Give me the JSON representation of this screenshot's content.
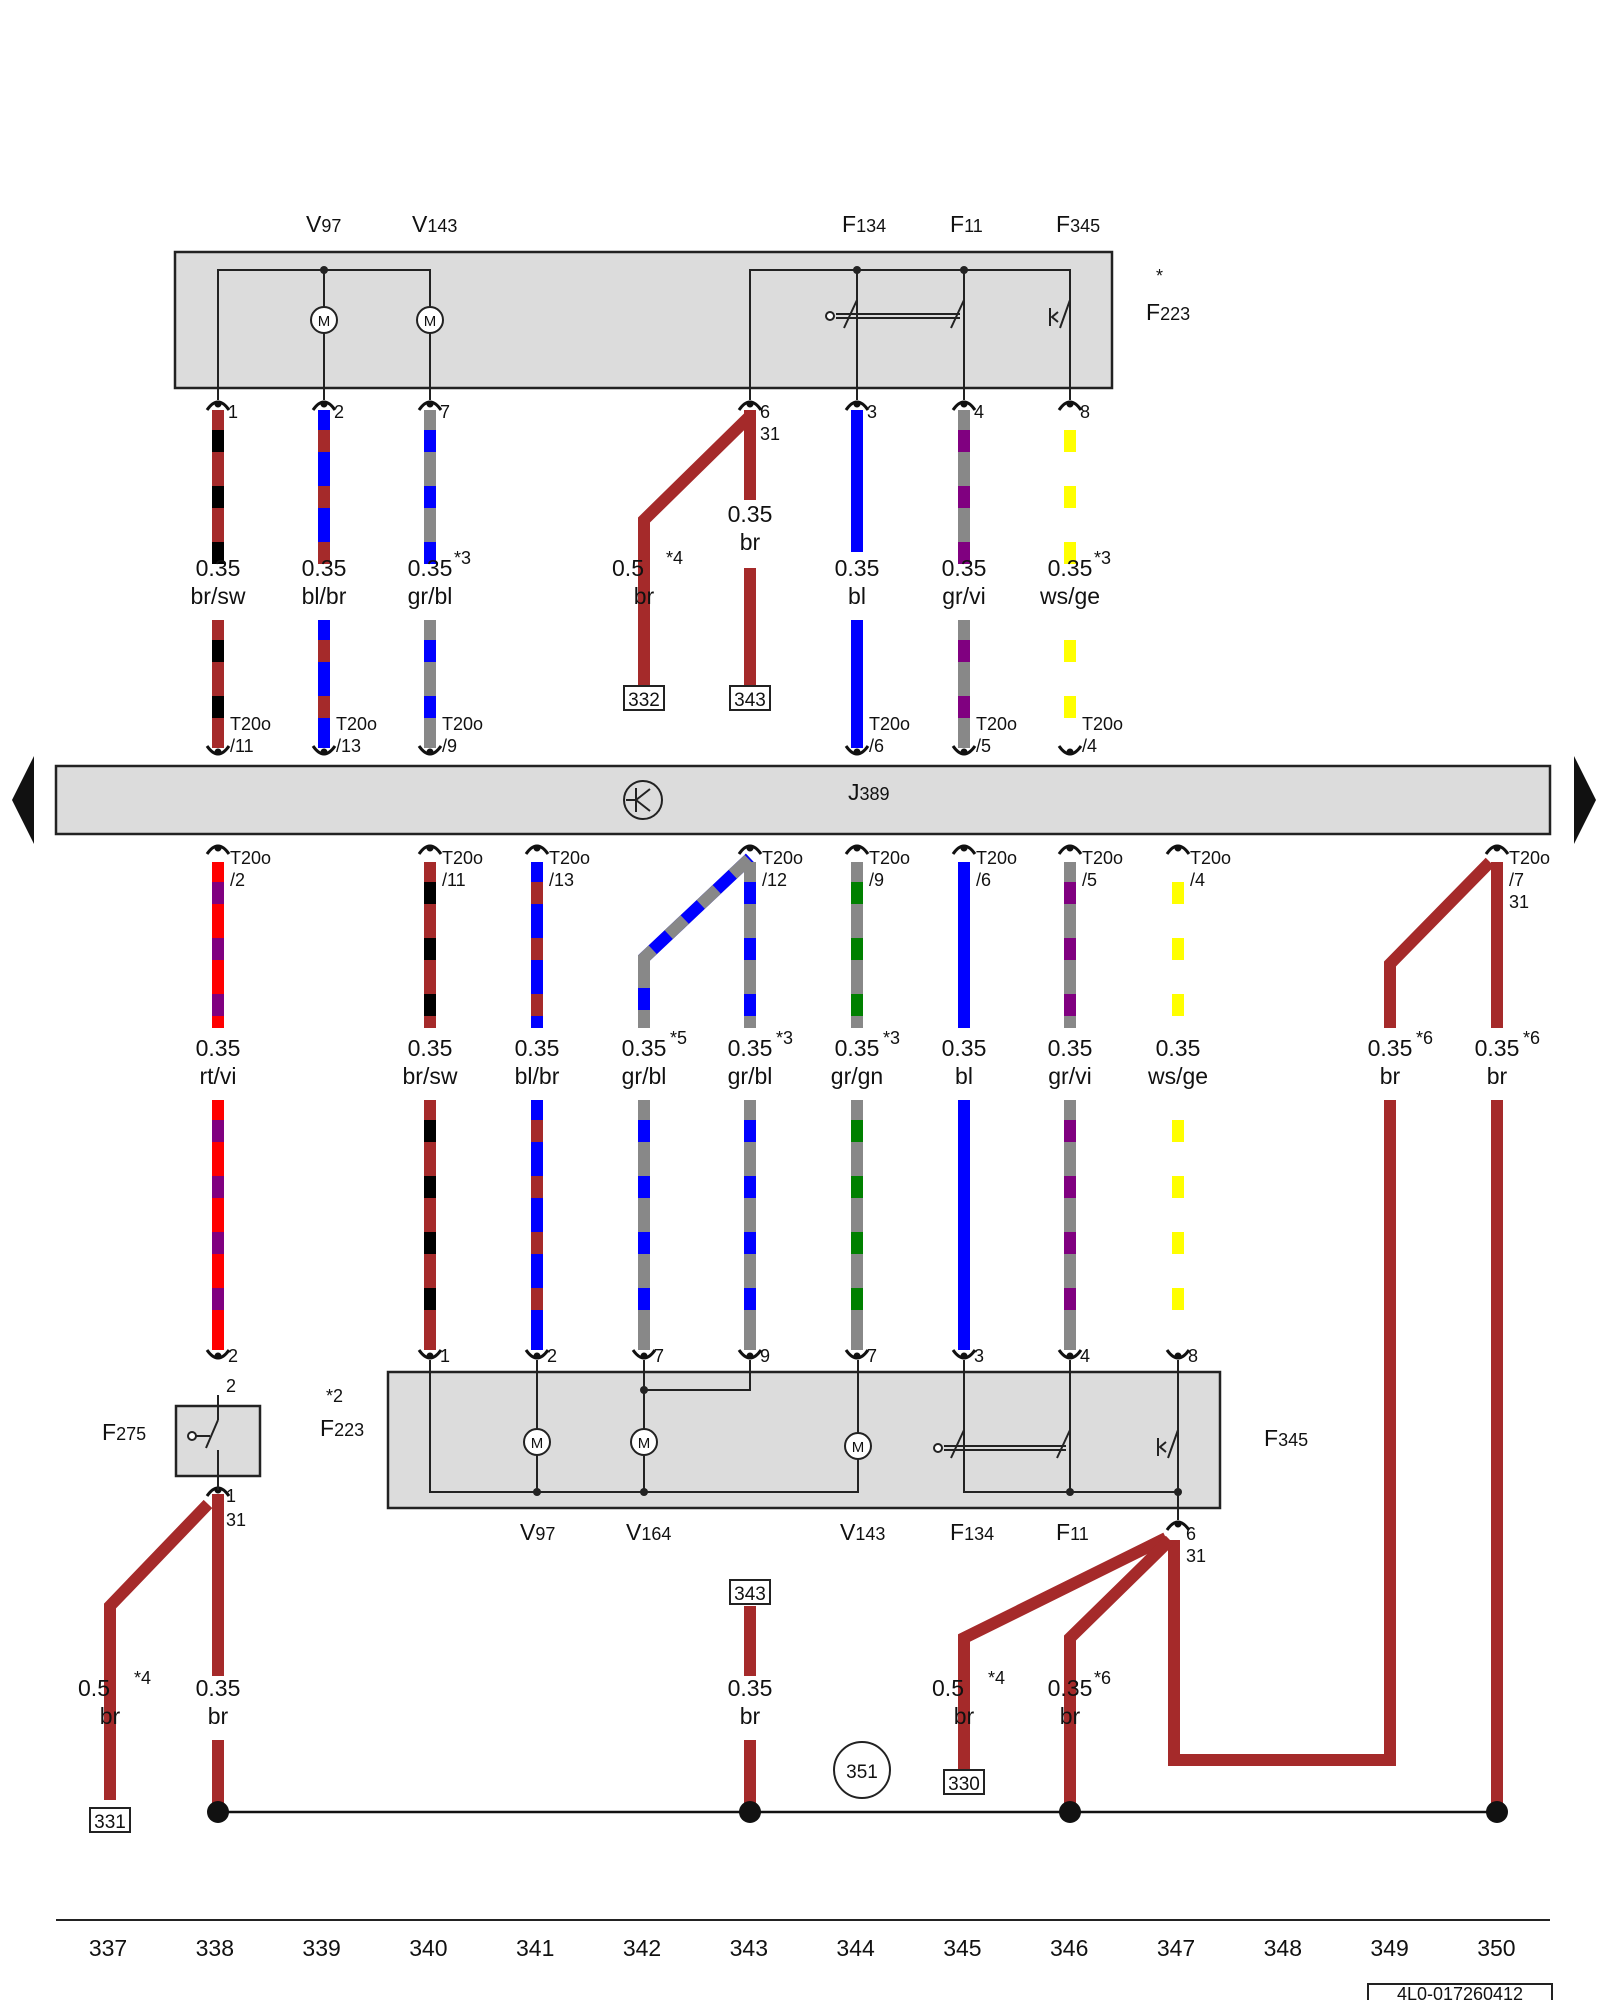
{
  "top_labels": {
    "V97": {
      "letter": "V",
      "num": "97"
    },
    "V143": {
      "letter": "V",
      "num": "143"
    },
    "F134": {
      "letter": "F",
      "num": "134"
    },
    "F11": {
      "letter": "F",
      "num": "11"
    },
    "F345": {
      "letter": "F",
      "num": "345"
    },
    "F223": {
      "letter": "F",
      "num": "223",
      "star": "*"
    }
  },
  "j389": {
    "letter": "J",
    "num": "389"
  },
  "upper_wires": [
    {
      "id": "u1",
      "pin": "1",
      "size": "0.35",
      "color": "br/sw",
      "conn": "T20o",
      "cpin": "/11"
    },
    {
      "id": "u2",
      "pin": "2",
      "size": "0.35",
      "color": "bl/br",
      "conn": "T20o",
      "cpin": "/13"
    },
    {
      "id": "u3",
      "pin": "7",
      "size": "0.35",
      "note": "*3",
      "color": "gr/bl",
      "conn": "T20o",
      "cpin": "/9"
    },
    {
      "id": "u4",
      "size": "0.5",
      "note": "*4",
      "color": "br",
      "ref": "332"
    },
    {
      "id": "u5",
      "pin": "6",
      "pin2": "31",
      "size": "0.35",
      "color": "br",
      "ref": "343"
    },
    {
      "id": "u6",
      "pin": "3",
      "size": "0.35",
      "color": "bl",
      "conn": "T20o",
      "cpin": "/6"
    },
    {
      "id": "u7",
      "pin": "4",
      "size": "0.35",
      "color": "gr/vi",
      "conn": "T20o",
      "cpin": "/5"
    },
    {
      "id": "u8",
      "pin": "8",
      "size": "0.35",
      "note": "*3",
      "color": "ws/ge",
      "conn": "T20o",
      "cpin": "/4"
    }
  ],
  "lower_wires": [
    {
      "id": "l1",
      "conn": "T20o",
      "cpin": "/2",
      "size": "0.35",
      "color": "rt/vi",
      "pin": "2"
    },
    {
      "id": "l2",
      "conn": "T20o",
      "cpin": "/11",
      "size": "0.35",
      "color": "br/sw",
      "pin": "1"
    },
    {
      "id": "l3",
      "conn": "T20o",
      "cpin": "/13",
      "size": "0.35",
      "color": "bl/br",
      "pin": "2"
    },
    {
      "id": "l4",
      "size": "0.35",
      "note": "*5",
      "color": "gr/bl",
      "pin": "7"
    },
    {
      "id": "l5",
      "conn": "T20o",
      "cpin": "/12",
      "size": "0.35",
      "note": "*3",
      "color": "gr/bl",
      "pin": "9"
    },
    {
      "id": "l6",
      "conn": "T20o",
      "cpin": "/9",
      "size": "0.35",
      "note": "*3",
      "color": "gr/gn",
      "pin": "7"
    },
    {
      "id": "l7",
      "conn": "T20o",
      "cpin": "/6",
      "size": "0.35",
      "color": "bl",
      "pin": "3"
    },
    {
      "id": "l8",
      "conn": "T20o",
      "cpin": "/5",
      "size": "0.35",
      "color": "gr/vi",
      "pin": "4"
    },
    {
      "id": "l9",
      "conn": "T20o",
      "cpin": "/4",
      "size": "0.35",
      "color": "ws/ge",
      "pin": "8"
    },
    {
      "id": "l10",
      "size": "0.35",
      "note": "*6",
      "color": "br"
    },
    {
      "id": "l11",
      "conn": "T20o",
      "cpin": "/7",
      "cpin2": "31",
      "size": "0.35",
      "note": "*6",
      "color": "br"
    }
  ],
  "lower_components": {
    "F275": {
      "letter": "F",
      "num": "275",
      "pin_top": "2",
      "pin_bot": "1",
      "pin_bot2": "31"
    },
    "F223b": {
      "letter": "F",
      "num": "223",
      "star": "*2"
    },
    "F345b": {
      "letter": "F",
      "num": "345"
    },
    "V97b": {
      "letter": "V",
      "num": "97"
    },
    "V164": {
      "letter": "V",
      "num": "164"
    },
    "V143b": {
      "letter": "V",
      "num": "143"
    },
    "F134b": {
      "letter": "F",
      "num": "134"
    },
    "F11b": {
      "letter": "F",
      "num": "11"
    },
    "pin6": "6",
    "pin31": "31"
  },
  "ground_wires": [
    {
      "id": "g1",
      "size": "0.5",
      "note": "*4",
      "color": "br",
      "ref": "331"
    },
    {
      "id": "g2",
      "size": "0.35",
      "color": "br"
    },
    {
      "id": "g3",
      "size": "0.35",
      "color": "br",
      "ref": "343"
    },
    {
      "id": "g4",
      "size": "0.5",
      "note": "*4",
      "color": "br",
      "ref": "330"
    },
    {
      "id": "g5",
      "size": "0.35",
      "note": "*6",
      "color": "br"
    }
  ],
  "ground_point": "351",
  "columns": [
    "337",
    "338",
    "339",
    "340",
    "341",
    "342",
    "343",
    "344",
    "345",
    "346",
    "347",
    "348",
    "349",
    "350"
  ],
  "footer_code": "4L0-017260412",
  "colors": {
    "br": "#a52a2a",
    "sw": "#000000",
    "bl": "#0000ff",
    "gr": "#888888",
    "vi": "#800080",
    "ws": "#ffffff",
    "ge": "#ffff00",
    "rt": "#ff0000",
    "gn": "#008000",
    "panel": "#dcdcdc"
  }
}
